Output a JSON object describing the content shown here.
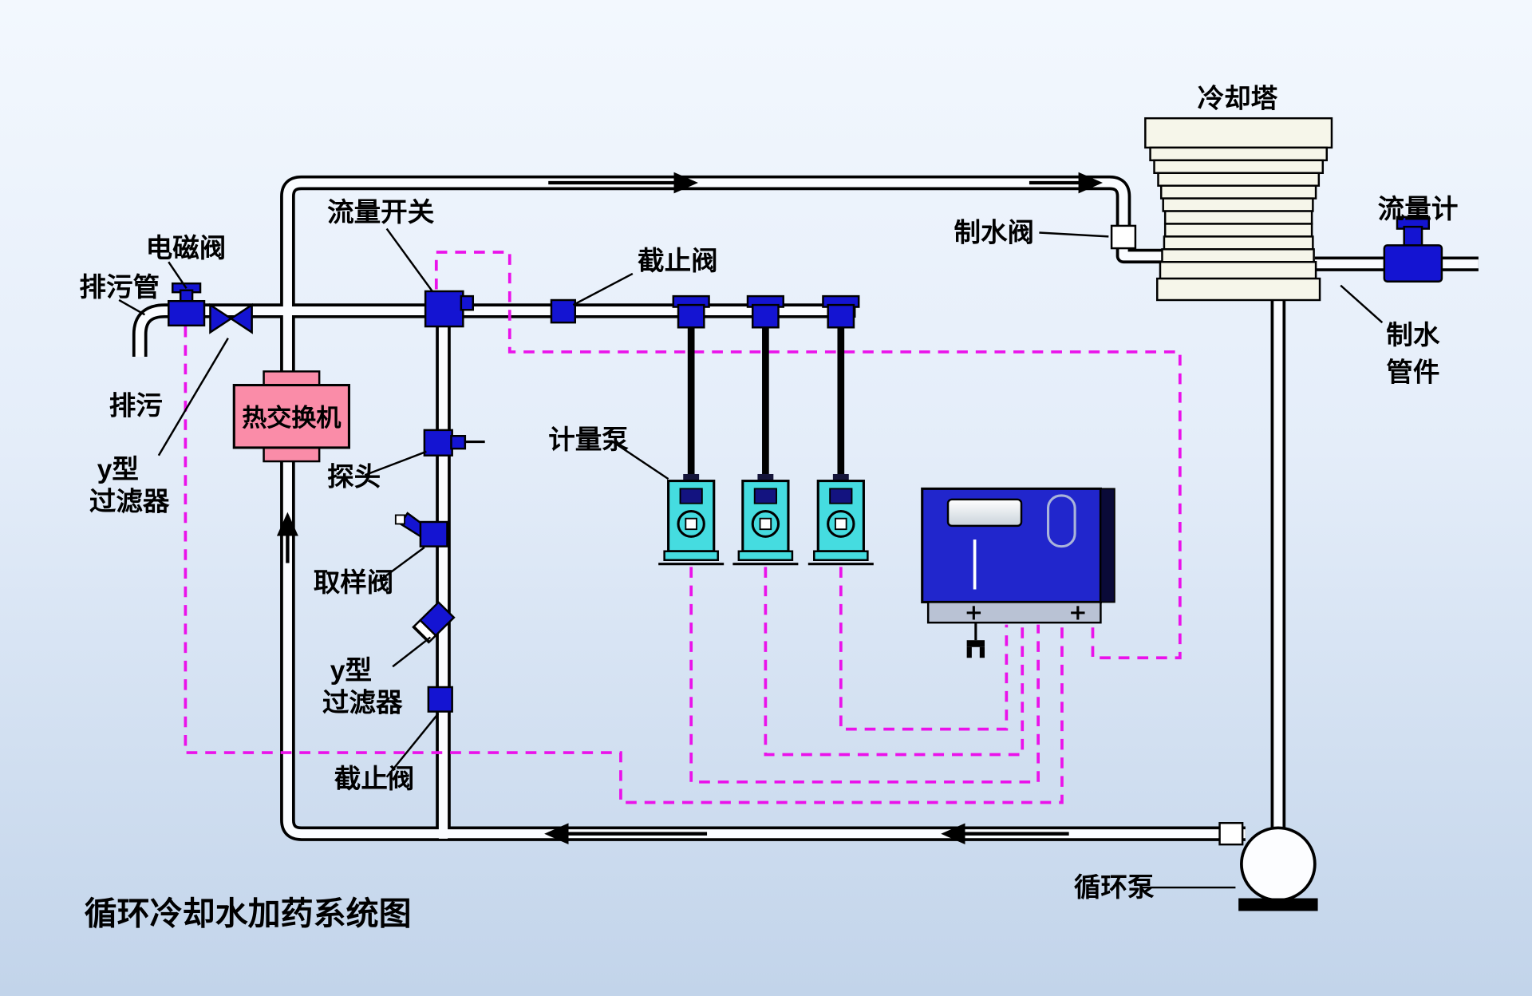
{
  "title": "循环冷却水加药系统图",
  "labels": {
    "cooling_tower": "冷却塔",
    "flow_meter": "流量计",
    "water_making_valve": "制水阀",
    "water_fitting_line1": "制水",
    "water_fitting_line2": "管件",
    "solenoid_valve": "电磁阀",
    "drain_pipe": "排污管",
    "drain": "排污",
    "y_filter_left_line1": "y型",
    "y_filter_left_line2": "过滤器",
    "flow_switch": "流量开关",
    "stop_valve_top": "截止阀",
    "heat_exchanger": "热交换机",
    "probe": "探头",
    "sampling_valve": "取样阀",
    "y_filter_mid_line1": "y型",
    "y_filter_mid_line2": "过滤器",
    "stop_valve_bottom": "截止阀",
    "metering_pump": "计量泵",
    "circulation_pump": "循环泵"
  },
  "colors": {
    "valve_blue": "#1414d2",
    "pump_cyan": "#45dce0",
    "heat_exchanger_pink": "#fa8ca8",
    "signal_magenta": "#ea12ea",
    "controller_blue": "#2126cc",
    "pipe_fill": "#fafcff",
    "tower_fill": "#f6f6ea",
    "background_top": "#f3f8fe",
    "background_bottom": "#c2d4ea"
  }
}
